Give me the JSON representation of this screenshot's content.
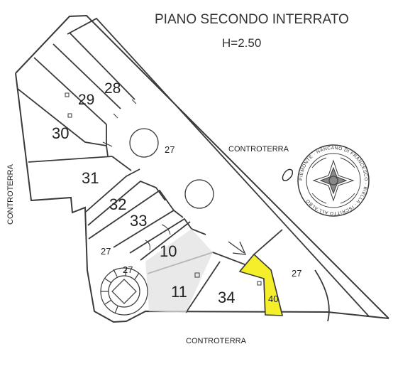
{
  "header": {
    "title": "PIANO SECONDO INTERRATO",
    "height_label": "H=2.50"
  },
  "boundaries": {
    "right": "CONTROTERRA",
    "left": "CONTROTERRA",
    "bottom": "CONTROTERRA"
  },
  "units": {
    "u28": "28",
    "u29": "29",
    "u30": "30",
    "u31": "31",
    "u32": "32",
    "u33": "33",
    "u10": "10",
    "u11": "11",
    "u34": "34",
    "u40": "40",
    "corridor_top": "27",
    "corridor_left": "27",
    "corridor_stair": "27",
    "corridor_right": "27"
  },
  "stamp": {
    "ring_text": "PIEMONTE · NANCANO DI FRANCESCO · BIELLA · ISCRITTO ALL'ALBO"
  },
  "colors": {
    "highlight": "#f4ef2a",
    "line": "#3a3a3a",
    "shade": "#d8d8d8"
  }
}
